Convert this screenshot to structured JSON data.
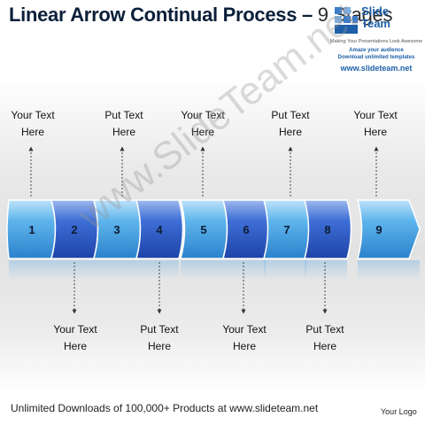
{
  "title": {
    "main": "Linear Arrow Continual Process –",
    "stage_num": "9",
    "stage_word": "Stages"
  },
  "logo": {
    "line1": "Slide",
    "line2": "Team",
    "tagline": "Making Your Presentations Look Awesome",
    "cta1": "Amaze your audience",
    "cta2": "Download unlimited templates",
    "url": "www.slideteam.net"
  },
  "stages": [
    "1",
    "2",
    "3",
    "4",
    "5",
    "6",
    "7",
    "8",
    "9"
  ],
  "top_labels": [
    {
      "line1": "Your Text",
      "line2": "Here"
    },
    {
      "line1": "Put Text",
      "line2": "Here"
    },
    {
      "line1": "Your Text",
      "line2": "Here"
    },
    {
      "line1": "Put Text",
      "line2": "Here"
    },
    {
      "line1": "Your Text",
      "line2": "Here"
    }
  ],
  "bottom_labels": [
    {
      "line1": "Your Text",
      "line2": "Here"
    },
    {
      "line1": "Put Text",
      "line2": "Here"
    },
    {
      "line1": "Your Text",
      "line2": "Here"
    },
    {
      "line1": "Put Text",
      "line2": "Here"
    }
  ],
  "colors": {
    "light": "#4fa9e6",
    "dark": "#2d5ec9",
    "accent": "#1d5fa8"
  },
  "footer": "Unlimited Downloads of 100,000+ Products at www.slideteam.net",
  "your_logo": "Your Logo",
  "watermark": "www.SlideTeam.net"
}
